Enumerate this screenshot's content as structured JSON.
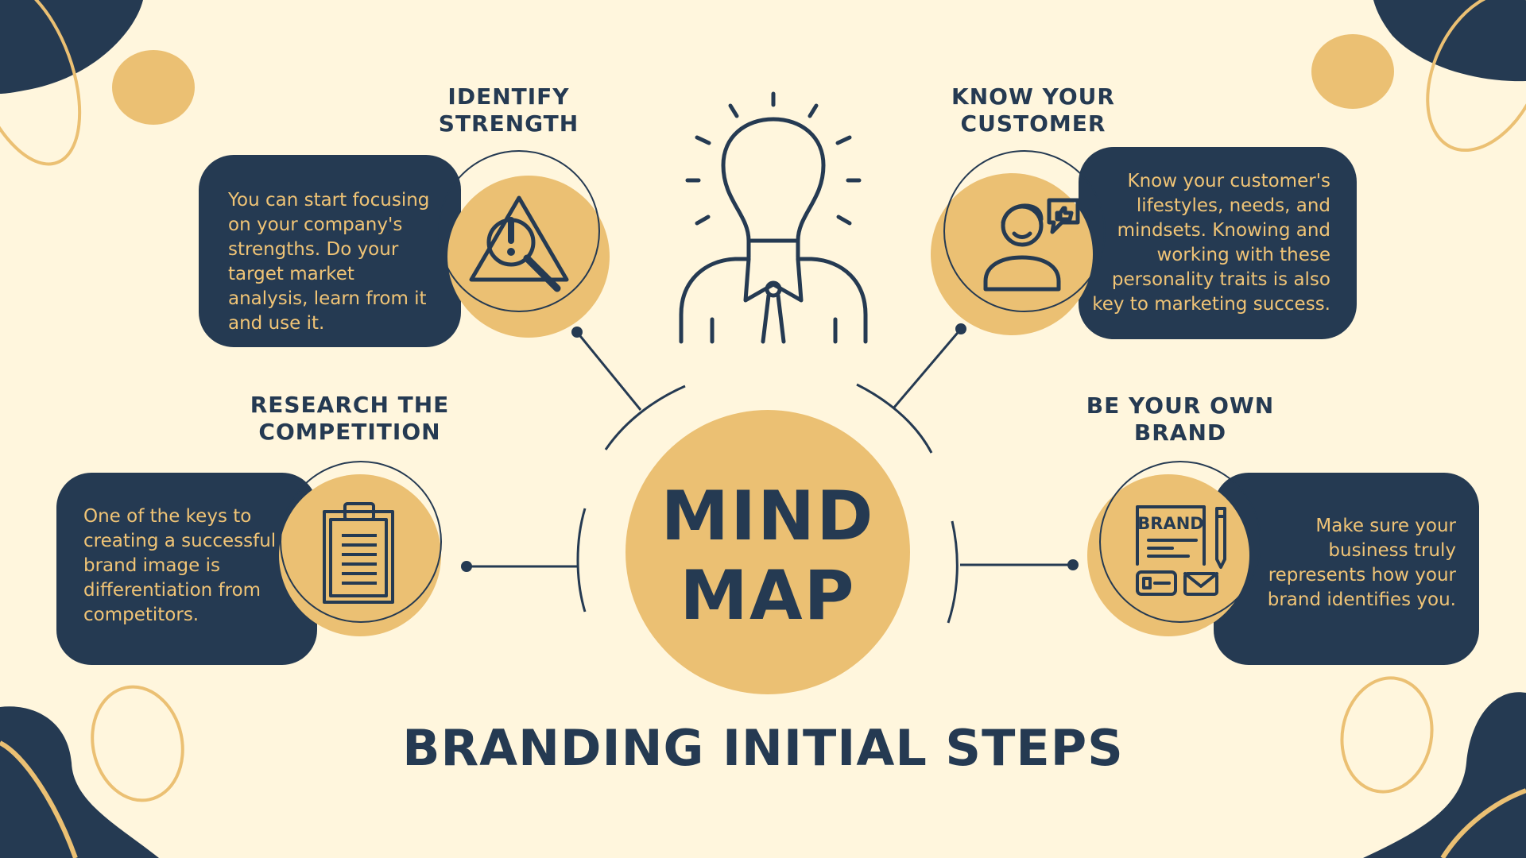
{
  "center": {
    "line1": "MIND",
    "line2": "MAP"
  },
  "main_title": "BRANDING INITIAL STEPS",
  "nodes": {
    "identify_strength": {
      "title_line1": "IDENTIFY",
      "title_line2": "STRENGTH",
      "text": "You can start focusing on your company's strengths. Do your target market analysis, learn from it and use it.",
      "icon": "warning-magnifier-icon"
    },
    "know_customer": {
      "title_line1": "KNOW YOUR",
      "title_line2": "CUSTOMER",
      "text": "Know your customer's lifestyles, needs, and mindsets. Knowing and working with these personality traits is also key to marketing success.",
      "icon": "customer-thumbs-up-icon"
    },
    "research_competition": {
      "title_line1": "RESEARCH THE",
      "title_line2": "COMPETITION",
      "text": "One of the keys to creating a successful brand image is differentiation from competitors.",
      "icon": "clipboard-icon"
    },
    "own_brand": {
      "title_line1": "BE YOUR OWN",
      "title_line2": "BRAND",
      "text": "Make sure your business truly represents how your brand identifies you.",
      "icon": "brand-kit-icon",
      "icon_label": "BRAND"
    }
  },
  "colors": {
    "background": "#fff6dd",
    "navy": "#253a52",
    "gold": "#ebc073"
  }
}
